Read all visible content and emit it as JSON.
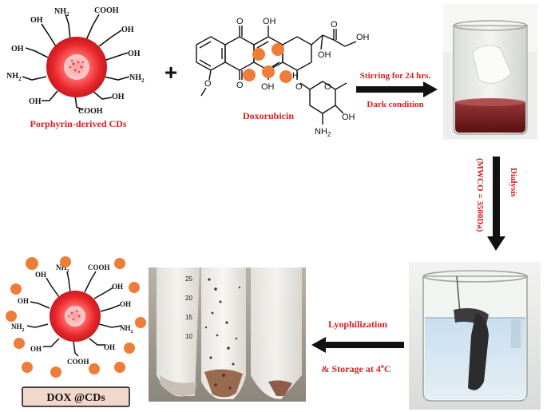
{
  "figure": {
    "reactant_label": "Porphyrin-derived CDs",
    "drug_label": "Doxorubicin",
    "plus_sign": "+",
    "step1_line1": "Stirring for 24 hrs.",
    "step1_line2": "Dark condition",
    "step2_line1": "Dialysis",
    "step2_line2": "(MWCO = 3500Da)",
    "step3_line1": "Lyophilization",
    "step3_line2": "& Storage at 4",
    "step3_degree": "o",
    "step3_unit": "C",
    "product_label": "DOX @CDs",
    "cd_groups": {
      "oh": "OH",
      "nh2_base": "NH",
      "nh2_sub": "2",
      "cooh": "COOH"
    },
    "dox_atoms": {
      "o": "O",
      "oh": "OH",
      "h": "H",
      "nh2_base": "NH",
      "nh2_sub": "2"
    },
    "tube_scale": [
      "25",
      "20",
      "15",
      "10"
    ],
    "colors": {
      "label_red": "#d6201f",
      "cd_core": "#e8262b",
      "dox_dot": "#ee7d3a",
      "arrow": "#111111"
    }
  }
}
